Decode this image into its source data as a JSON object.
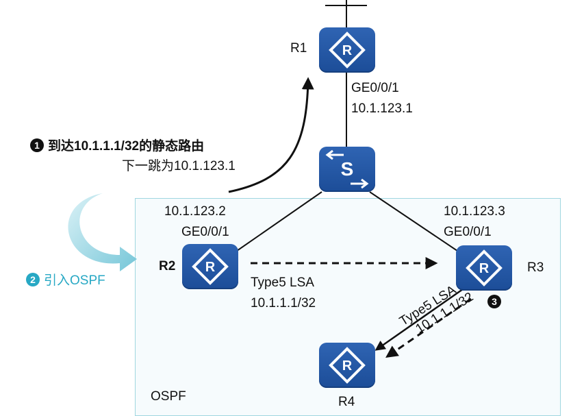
{
  "area": {
    "label": "OSPF"
  },
  "devices": {
    "r1": {
      "label": "R1",
      "icon": "router-icon"
    },
    "r2": {
      "label": "R2",
      "icon": "router-icon"
    },
    "r3": {
      "label": "R3",
      "icon": "router-icon"
    },
    "r4": {
      "label": "R4",
      "icon": "router-icon"
    },
    "switch": {
      "icon": "switch-icon"
    }
  },
  "interfaces": {
    "r1": {
      "port": "GE0/0/1",
      "ip": "10.1.123.1"
    },
    "r2": {
      "port": "GE0/0/1",
      "ip": "10.1.123.2"
    },
    "r3": {
      "port": "GE0/0/1",
      "ip": "10.1.123.3"
    }
  },
  "steps": {
    "step1": {
      "number": "1",
      "line1": "到达10.1.1.1/32的静态路由",
      "line2": "下一跳为10.1.123.1"
    },
    "step2": {
      "number": "2",
      "text": "引入OSPF"
    },
    "step3": {
      "number": "3"
    }
  },
  "lsa": {
    "r2_to_r3": {
      "type": "Type5 LSA",
      "prefix": "10.1.1.1/32"
    },
    "r3_to_r4": {
      "type": "Type5 LSA",
      "prefix": "10.1.1.1/32"
    }
  },
  "colors": {
    "device": "#1f56a6",
    "accent": "#27a8c4",
    "area_border": "#9fd6e0"
  }
}
